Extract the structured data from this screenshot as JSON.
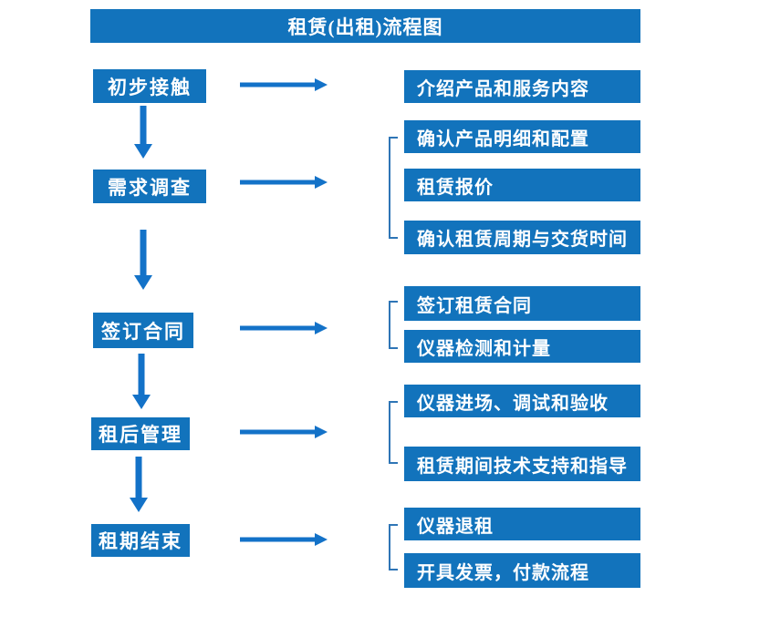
{
  "title": "租赁(出租)流程图",
  "colors": {
    "box_blue": "#1273BC",
    "arrow_blue": "#1372C8",
    "bracket_blue": "#2E75B6",
    "text_white": "#ffffff"
  },
  "steps": [
    {
      "label": "初步接触",
      "details": [
        "介绍产品和服务内容"
      ]
    },
    {
      "label": "需求调查",
      "details": [
        "确认产品明细和配置",
        "租赁报价",
        "确认租赁周期与交货时间"
      ]
    },
    {
      "label": "签订合同",
      "details": [
        "签订租赁合同",
        "仪器检测和计量"
      ]
    },
    {
      "label": "租后管理",
      "details": [
        "仪器进场、调试和验收",
        "租赁期间技术支持和指导"
      ]
    },
    {
      "label": "租期结束",
      "details": [
        "仪器退租",
        "开具发票，付款流程"
      ]
    }
  ]
}
